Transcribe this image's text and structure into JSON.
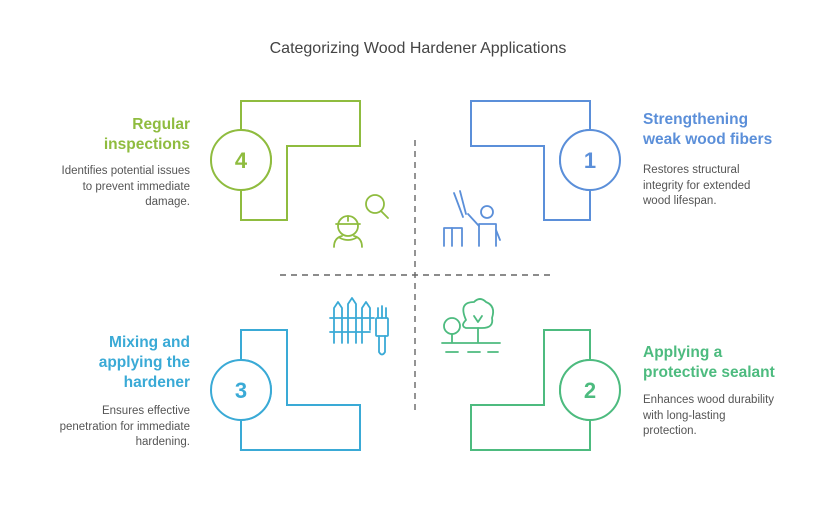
{
  "title": "Categorizing Wood Hardener Applications",
  "colors": {
    "q1": "#5b8fd9",
    "q2": "#4dbb7f",
    "q3": "#3aaad6",
    "q4": "#8fbc3f",
    "divider": "#666666",
    "text": "#555555"
  },
  "quadrants": [
    {
      "number": "1",
      "heading_line1": "Strengthening",
      "heading_line2": "weak wood fibers",
      "desc_line1": "Restores structural",
      "desc_line2": "integrity for extended",
      "desc_line3": "wood lifespan.",
      "icon": "worker-with-tool-icon"
    },
    {
      "number": "2",
      "heading_line1": "Applying a",
      "heading_line2": "protective sealant",
      "desc_line1": "Enhances wood durability",
      "desc_line2": "with long-lasting",
      "desc_line3": "protection.",
      "icon": "trees-landscape-icon"
    },
    {
      "number": "3",
      "heading_line1": "Mixing and",
      "heading_line2": "applying the",
      "heading_line3": "hardener",
      "desc_line1": "Ensures effective",
      "desc_line2": "penetration for immediate",
      "desc_line3": "hardening.",
      "icon": "fence-and-paintbrush-icon"
    },
    {
      "number": "4",
      "heading_line1": "Regular",
      "heading_line2": "inspections",
      "desc_line1": "Identifies potential issues",
      "desc_line2": "to prevent immediate",
      "desc_line3": "damage.",
      "icon": "inspector-with-magnifier-icon"
    }
  ]
}
